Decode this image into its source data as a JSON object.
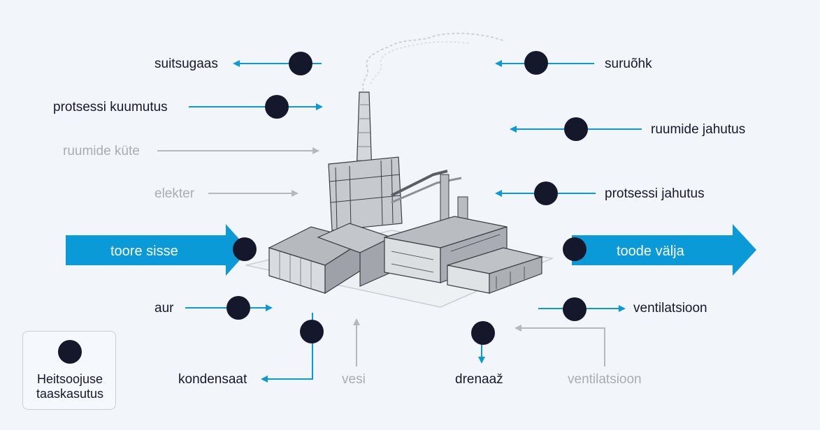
{
  "colors": {
    "accent": "#0a9ad7",
    "dot": "#15182a",
    "inactive": "#b5b9bf",
    "background": "#f2f6fb"
  },
  "inputs": {
    "heat": "protsessi kuumutus",
    "space_heating": "ruumide küte",
    "electricity": "elekter",
    "raw_material": "toore sisse",
    "steam": "aur",
    "water": "vesi",
    "ventilation_in": "ventilatsioon",
    "compressed_air": "suruõhk",
    "space_cooling": "ruumide jahutus",
    "process_cooling": "protsessi jahutus"
  },
  "outputs": {
    "flue_gas": "suitsugaas",
    "product": "toode välja",
    "ventilation_out": "ventilatsioon",
    "condensate": "kondensaat",
    "drainage": "drenaaž"
  },
  "legend": {
    "icon": "filled-dot",
    "label": "Heitsoojuse\ntaaskasutus"
  },
  "illustration": {
    "subject": "factory-illustration"
  }
}
